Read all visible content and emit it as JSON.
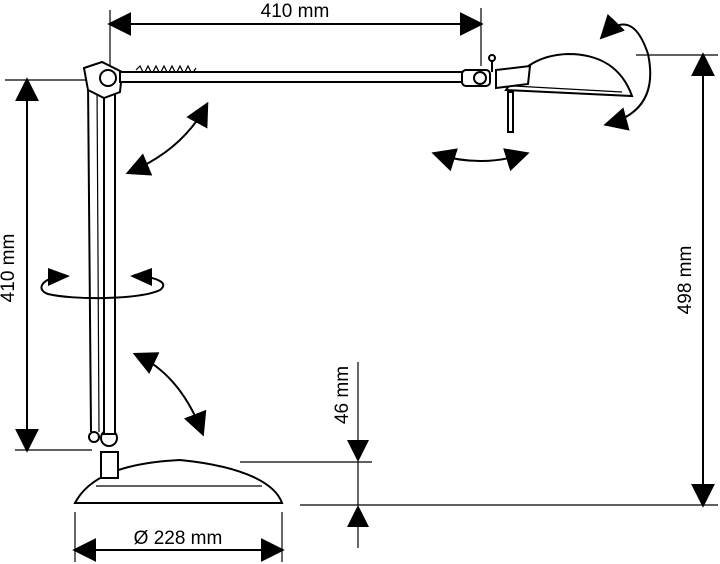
{
  "dimensions": {
    "arm_length": "410 mm",
    "vertical_arm": "410 mm",
    "total_height": "498 mm",
    "base_height": "46 mm",
    "base_diameter": "Ø 228 mm"
  }
}
